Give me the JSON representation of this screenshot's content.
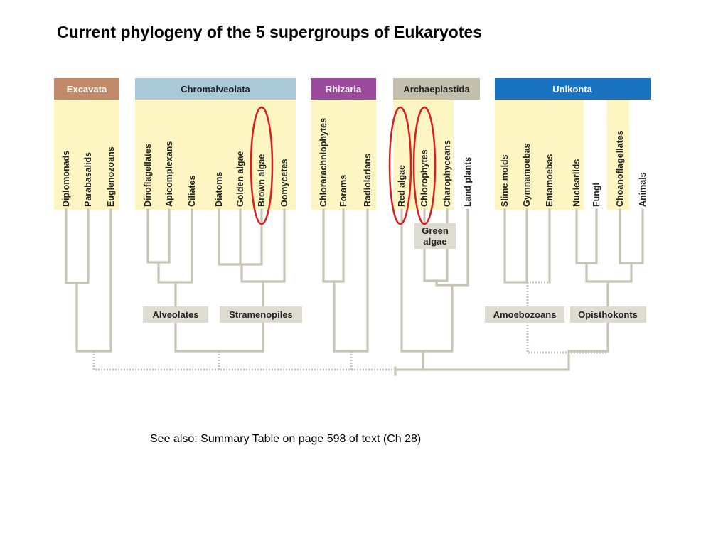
{
  "title": "Current phylogeny of the 5 supergroups of Eukaryotes",
  "note": "See also: Summary Table on page 598 of text (Ch 28)",
  "supergroups": [
    {
      "name": "Excavata",
      "color": "#c08a6a"
    },
    {
      "name": "Chromalveolata",
      "color": "#a9c9d8"
    },
    {
      "name": "Rhizaria",
      "color": "#9b4a9c"
    },
    {
      "name": "Archaeplastida",
      "color": "#c2c0ad"
    },
    {
      "name": "Unikonta",
      "color": "#1a73c0"
    }
  ],
  "taxa": [
    "Diplomonads",
    "Parabasalids",
    "Euglenozoans",
    "Dinoflagellates",
    "Apicomplexans",
    "Ciliates",
    "Diatoms",
    "Golden algae",
    "Brown algae",
    "Oomycetes",
    "Chlorarachniophytes",
    "Forams",
    "Radiolarians",
    "Red algae",
    "Chlorophytes",
    "Charophyceans",
    "Land plants",
    "Slime molds",
    "Gymnamoebas",
    "Entamoebas",
    "Nucleariids",
    "Fungi",
    "Choanoflagellates",
    "Animals"
  ],
  "clades": {
    "green_algae": "Green algae",
    "alveolates": "Alveolates",
    "stramenopiles": "Stramenopiles",
    "amoebozoans": "Amoebozoans",
    "opisthokonts": "Opisthokonts"
  },
  "highlighted": [
    "Brown algae",
    "Red algae",
    "Chlorophytes"
  ],
  "colors": {
    "label_bg": "#fdf6c3",
    "branch": "#c9c5b6",
    "highlight": "#e01b1b"
  }
}
